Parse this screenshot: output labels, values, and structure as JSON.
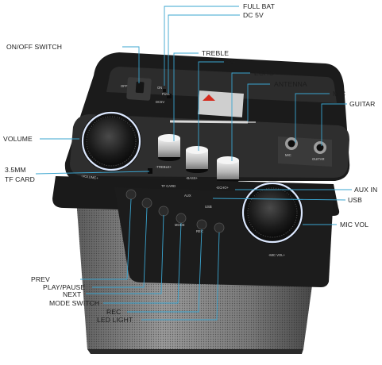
{
  "labels": {
    "full_bat": "FULL BAT",
    "dc_5v": "DC 5V",
    "on_off_switch": "ON/OFF SWITCH",
    "treble": "TREBLE",
    "bass": "BASS",
    "echo": "ECHO",
    "antenna": "ANTENNA",
    "mic": "MIC",
    "guitar": "GUITAR",
    "volume": "VOLUME",
    "mm_35": "3.5MM",
    "tf_card": "TF CARD",
    "aux_in": "AUX IN",
    "usb": "USB",
    "mic_vol": "MIC VOL",
    "prev": "PREV",
    "play_pause": "PLAY/PAUSE",
    "next": "NEXT",
    "mode_switch": "MODE SWITCH",
    "rec": "REC",
    "led_light": "LED LIGHT"
  },
  "panel_print": {
    "off": "OFF",
    "on": "ON",
    "full": "FULL",
    "dc5v": "DC5V",
    "volume": "-VOLUME+",
    "treble": "-TREBLE+",
    "bass": "-BASS+",
    "echo": "-ECHO+",
    "mic": "MIC",
    "guitar": "GUITAR",
    "tf_card": "TF CARD",
    "aux": "AUX",
    "usb": "USB",
    "mode": "MODE",
    "rec": "REC",
    "mic_vol": "-MIC VOL+"
  },
  "colors": {
    "leader": "#3aa4cf",
    "body": "#1e1e1e",
    "panel": "#2a2a2a",
    "grille": "#8a8a8a",
    "knob_ring": "#e6f0ff",
    "text": "#1c1c1c"
  }
}
